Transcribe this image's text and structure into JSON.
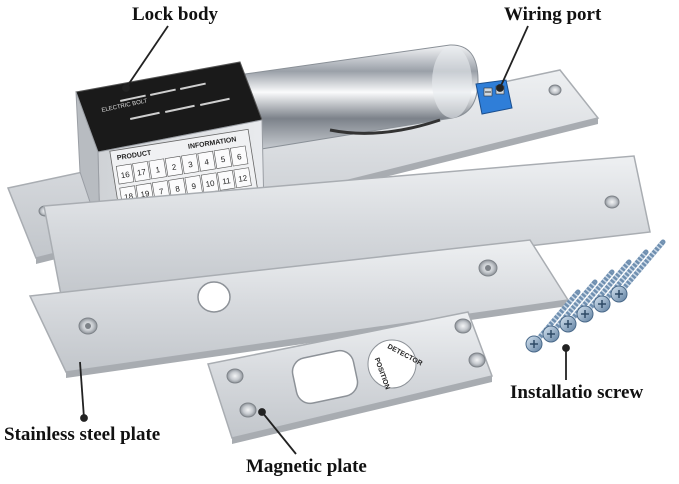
{
  "labels": {
    "lock_body": "Lock body",
    "wiring_port": "Wiring port",
    "stainless_steel_plate": "Stainless steel plate",
    "magnetic_plate": "Magnetic plate",
    "installation_screw": "Installatio screw"
  },
  "product_panel": {
    "header_left": "PRODUCT",
    "header_right": "INFORMATION",
    "row1": [
      "16",
      "17",
      "1",
      "2",
      "3",
      "4",
      "5",
      "6"
    ],
    "row2": [
      "18",
      "19",
      "7",
      "8",
      "9",
      "10",
      "11",
      "12"
    ],
    "top_label": "ELECTRIC BOLT"
  },
  "magnetic_plate_text": {
    "detector": "DETECTOR",
    "position": "POSITION"
  }
}
